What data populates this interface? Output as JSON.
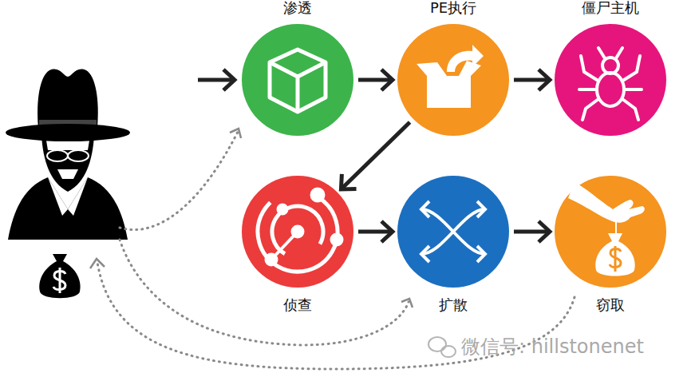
{
  "diagram": {
    "nodes": [
      {
        "text": [
          "渗透"
        ]
      },
      {
        "text": [
          "PE执行"
        ]
      },
      {
        "text": [
          "僵尸主机"
        ]
      },
      {
        "text": [
          "侦查"
        ]
      },
      {
        "text": [
          "扩散"
        ]
      },
      {
        "text": [
          "窃取"
        ]
      }
    ],
    "edges": [
      {
        "from": 0,
        "to": 1,
        "arrow": "to"
      },
      {
        "from": 1,
        "to": 2,
        "arrow": "to"
      },
      {
        "from": 1,
        "to": 3,
        "arrow": "to"
      },
      {
        "from": 3,
        "to": 4,
        "arrow": "to"
      },
      {
        "from": 4,
        "to": 5,
        "arrow": "to"
      }
    ],
    "labels": [
      "微信号: hillstonenet"
    ]
  }
}
